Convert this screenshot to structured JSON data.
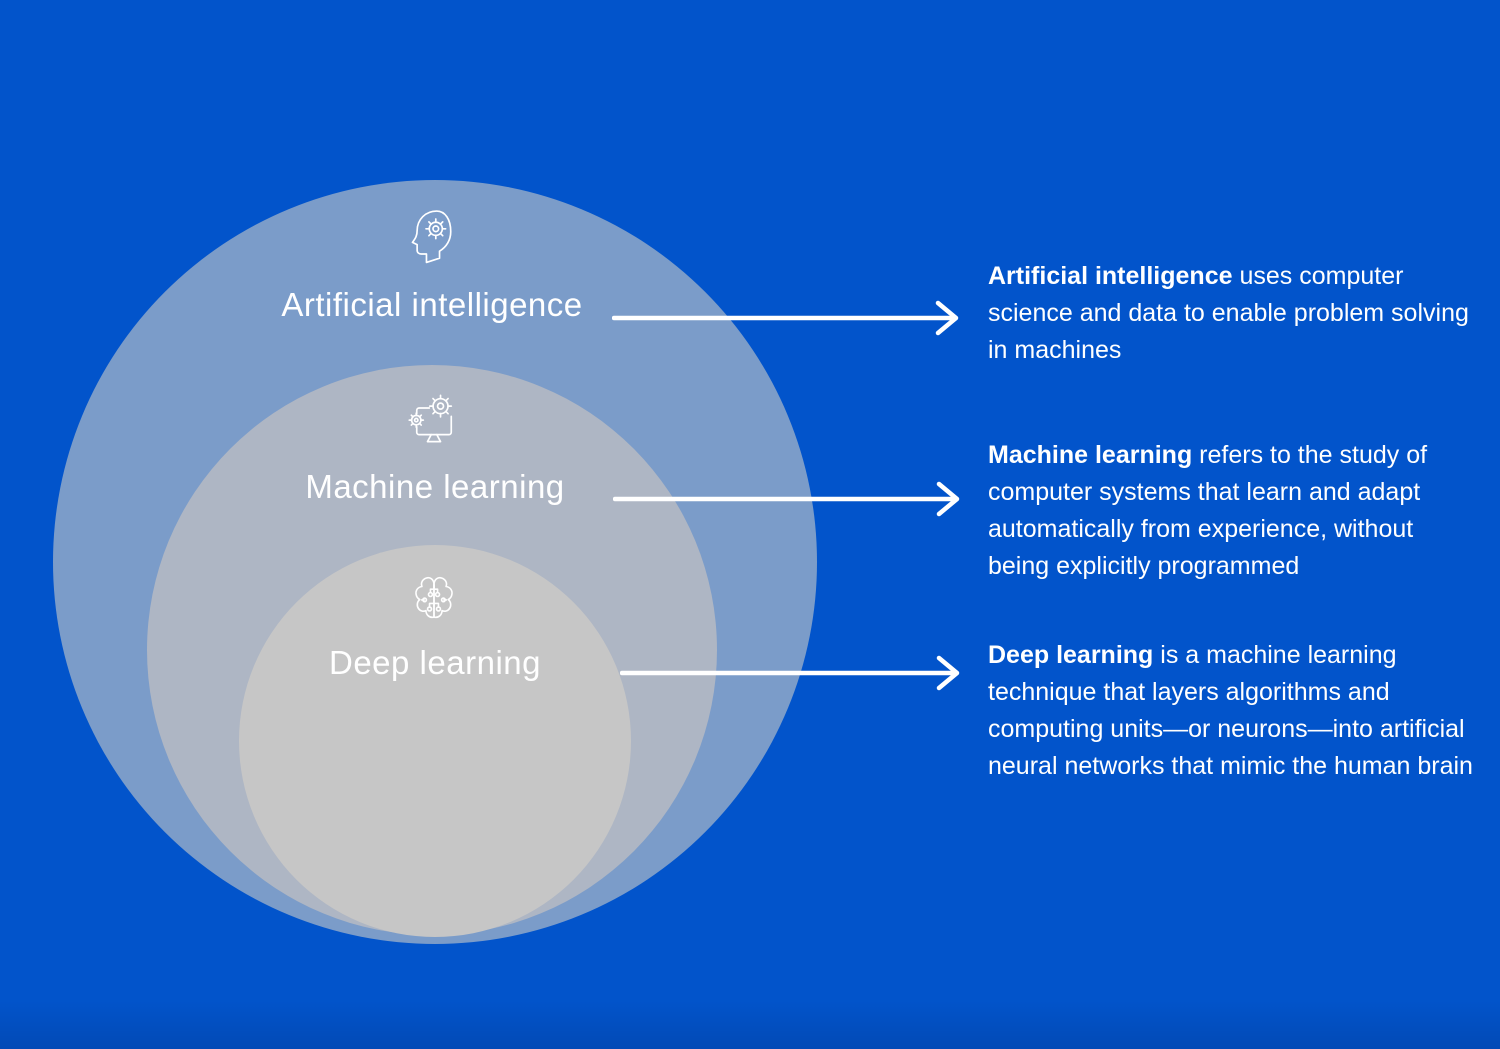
{
  "colors": {
    "background": "#0254cb",
    "text": "#ffffff"
  },
  "rings": [
    {
      "label": "Artificial intelligence",
      "icon": "head-with-gear-icon",
      "color": "#7b9cc9"
    },
    {
      "label": "Machine learning",
      "icon": "monitor-with-gears-icon",
      "color": "#aeb6c4"
    },
    {
      "label": "Deep learning",
      "icon": "brain-circuit-icon",
      "color": "#c6c6c6"
    }
  ],
  "descriptions": [
    {
      "term": "Artificial intelligence",
      "text": " uses computer science and data to enable problem solving in machines"
    },
    {
      "term": "Machine learning",
      "text": " refers to the study of computer systems that learn and adapt automatically from experience, without being explicitly programmed"
    },
    {
      "term": "Deep learning",
      "text": " is a machine learning technique that layers algorithms and computing units—or neurons—into artificial neural networks that mimic the human brain"
    }
  ]
}
